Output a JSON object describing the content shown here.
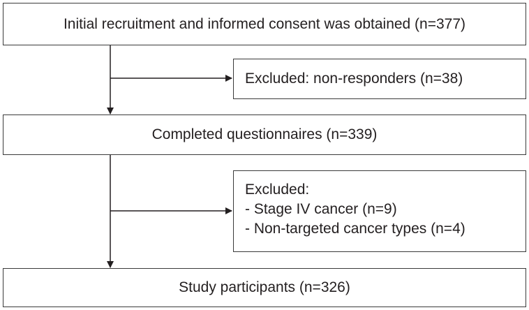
{
  "flowchart": {
    "step_recruitment": "Initial recruitment and informed consent was obtained (n=377)",
    "exclusion_1": "Excluded: non-responders (n=38)",
    "step_completed": "Completed questionnaires (n=339)",
    "exclusion_2": {
      "heading": "Excluded:",
      "items": [
        "- Stage IV cancer (n=9)",
        "- Non-targeted cancer types (n=4)"
      ]
    },
    "step_participants": "Study participants (n=326)"
  },
  "colors": {
    "border": "#3a3a3a",
    "text": "#231f20",
    "arrow": "#231f20"
  }
}
